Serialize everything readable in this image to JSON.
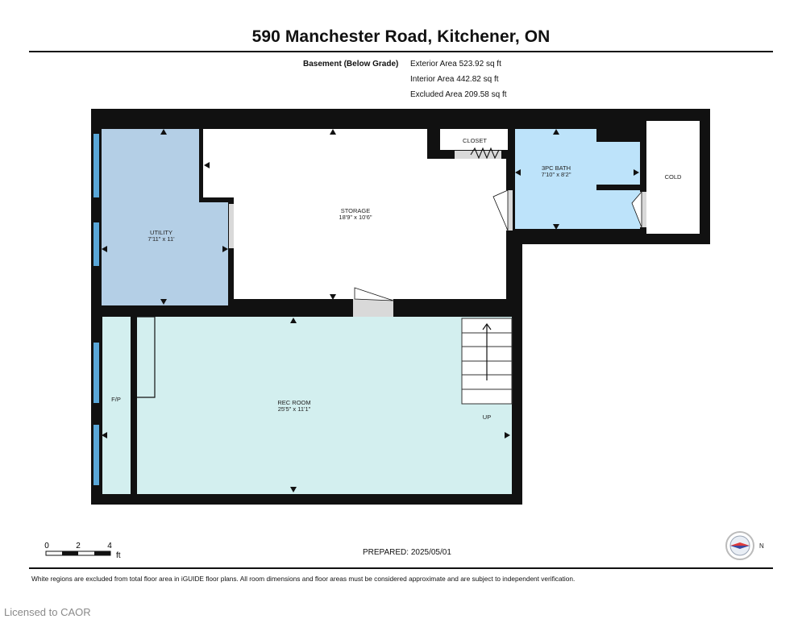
{
  "title": "590 Manchester Road, Kitchener, ON",
  "level": {
    "label": "Basement (Below Grade)",
    "exterior_area": "Exterior Area 523.92 sq ft",
    "interior_area": "Interior Area 442.82 sq ft",
    "excluded_area": "Excluded Area 209.58 sq ft"
  },
  "rooms": {
    "utility": {
      "name": "UTILITY",
      "dims": "7'11\" x 11'"
    },
    "storage": {
      "name": "STORAGE",
      "dims": "18'9\" x 10'6\""
    },
    "closet": {
      "name": "CLOSET"
    },
    "bath": {
      "name": "3PC BATH",
      "dims": "7'10\" x 8'2\""
    },
    "cold": {
      "name": "COLD"
    },
    "rec": {
      "name": "REC ROOM",
      "dims": "25'5\" x 11'1\""
    },
    "fp": {
      "name": "F/P"
    },
    "up": {
      "name": "UP"
    }
  },
  "scale": {
    "ticks": [
      "0",
      "2",
      "4"
    ],
    "unit": "ft"
  },
  "compass": {
    "label": "N"
  },
  "prepared": "PREPARED: 2025/05/01",
  "disclaimer": "White regions are excluded from total floor area in iGUIDE floor plans. All room dimensions and floor areas must be considered approximate and are subject to independent verification.",
  "watermark": "Licensed to CAOR",
  "colors": {
    "wall": "#111111",
    "utility": "#b4cfe6",
    "bath": "#bde3fa",
    "rec": "#d3efef",
    "window": "#5aa7d8",
    "door": "#d9d9d9"
  }
}
